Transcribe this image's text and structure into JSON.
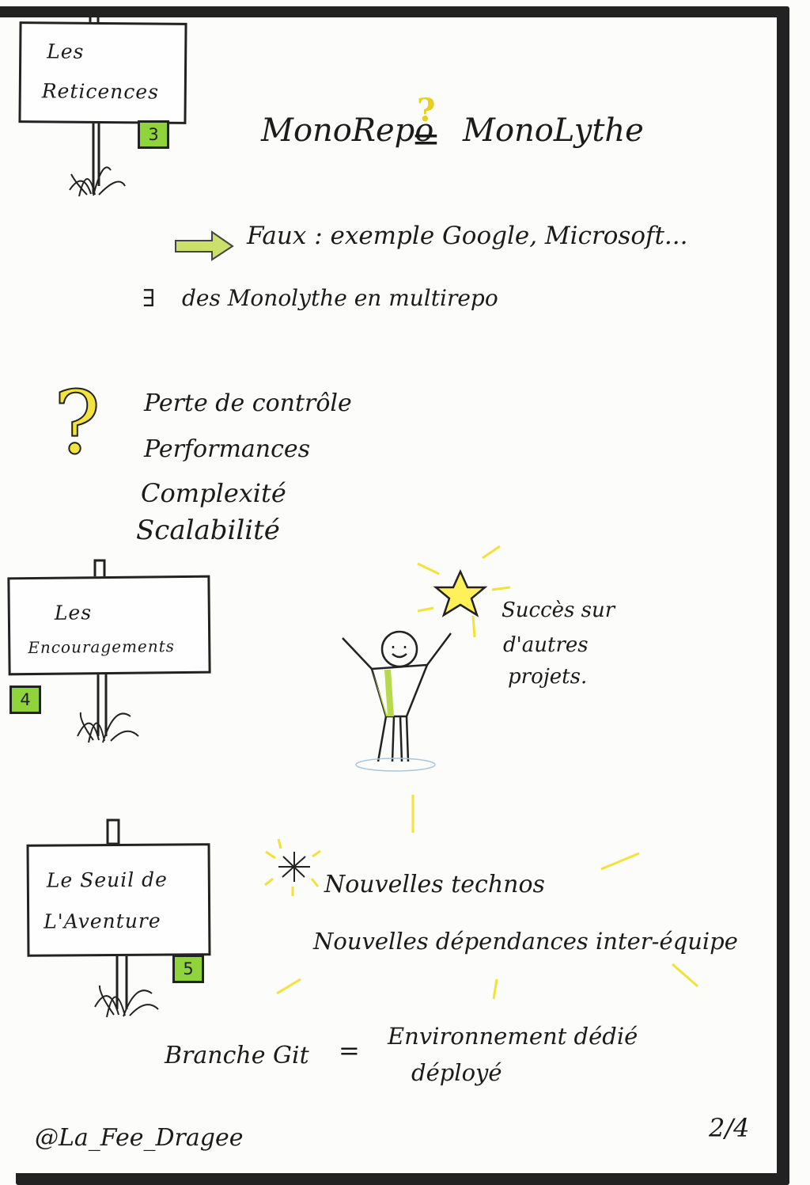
{
  "signs": {
    "reticences": {
      "line1": "Les",
      "line2": "Reticences",
      "tag": "3"
    },
    "encouragements": {
      "line1": "Les",
      "line2": "Encouragements",
      "tag": "4"
    },
    "seuil": {
      "line1": "Le Seuil de",
      "line2": "L'Aventure",
      "tag": "5"
    }
  },
  "header": {
    "left": "MonoRepo",
    "question_mark": "?",
    "equals": "=",
    "right": "MonoLythe"
  },
  "reticences": {
    "arrow_text": "Faux : exemple Google, Microsoft...",
    "exists_symbol": "∃",
    "exists_text": "des Monolythe en multirepo"
  },
  "concerns": {
    "question_mark": "?",
    "items": [
      "Perte de contrôle",
      "Performances",
      "Complexité",
      "Scalabilité"
    ]
  },
  "encouragements": {
    "success_line1": "Succès sur",
    "success_line2": "d'autres",
    "success_line3": "projets."
  },
  "seuil": {
    "item1": "Nouvelles technos",
    "item2": "Nouvelles dépendances inter-équipe",
    "branch_left": "Branche Git",
    "branch_equals": "=",
    "branch_right1": "Environnement dédié",
    "branch_right2": "déployé"
  },
  "footer": {
    "author": "@La_Fee_Dragee",
    "page": "2/4"
  },
  "colors": {
    "accent_green": "#8ed43a",
    "highlight_yellow": "#fff15a",
    "ink": "#1b1b1b"
  }
}
